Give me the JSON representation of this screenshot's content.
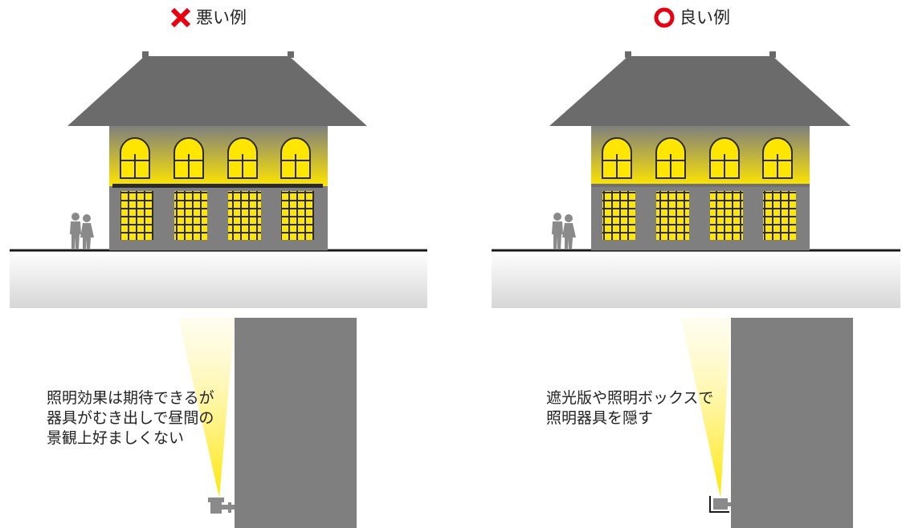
{
  "bad_example": {
    "heading": "悪い例",
    "mark_icon": "red-cross-icon",
    "caption": "照明効果は期待できるが\n器具がむき出しで昼間の\n景観上好ましくない"
  },
  "good_example": {
    "heading": "良い例",
    "mark_icon": "red-circle-icon",
    "caption": "遮光版や照明ボックスで\n照明器具を隠す"
  },
  "colors": {
    "mark_red": "#e60012",
    "roof": "#6b6b6b",
    "wall": "#7f7f7f",
    "window_light": "#ffe600",
    "ground_top": "#ffffff",
    "ground_bottom": "#d9d9d9"
  }
}
